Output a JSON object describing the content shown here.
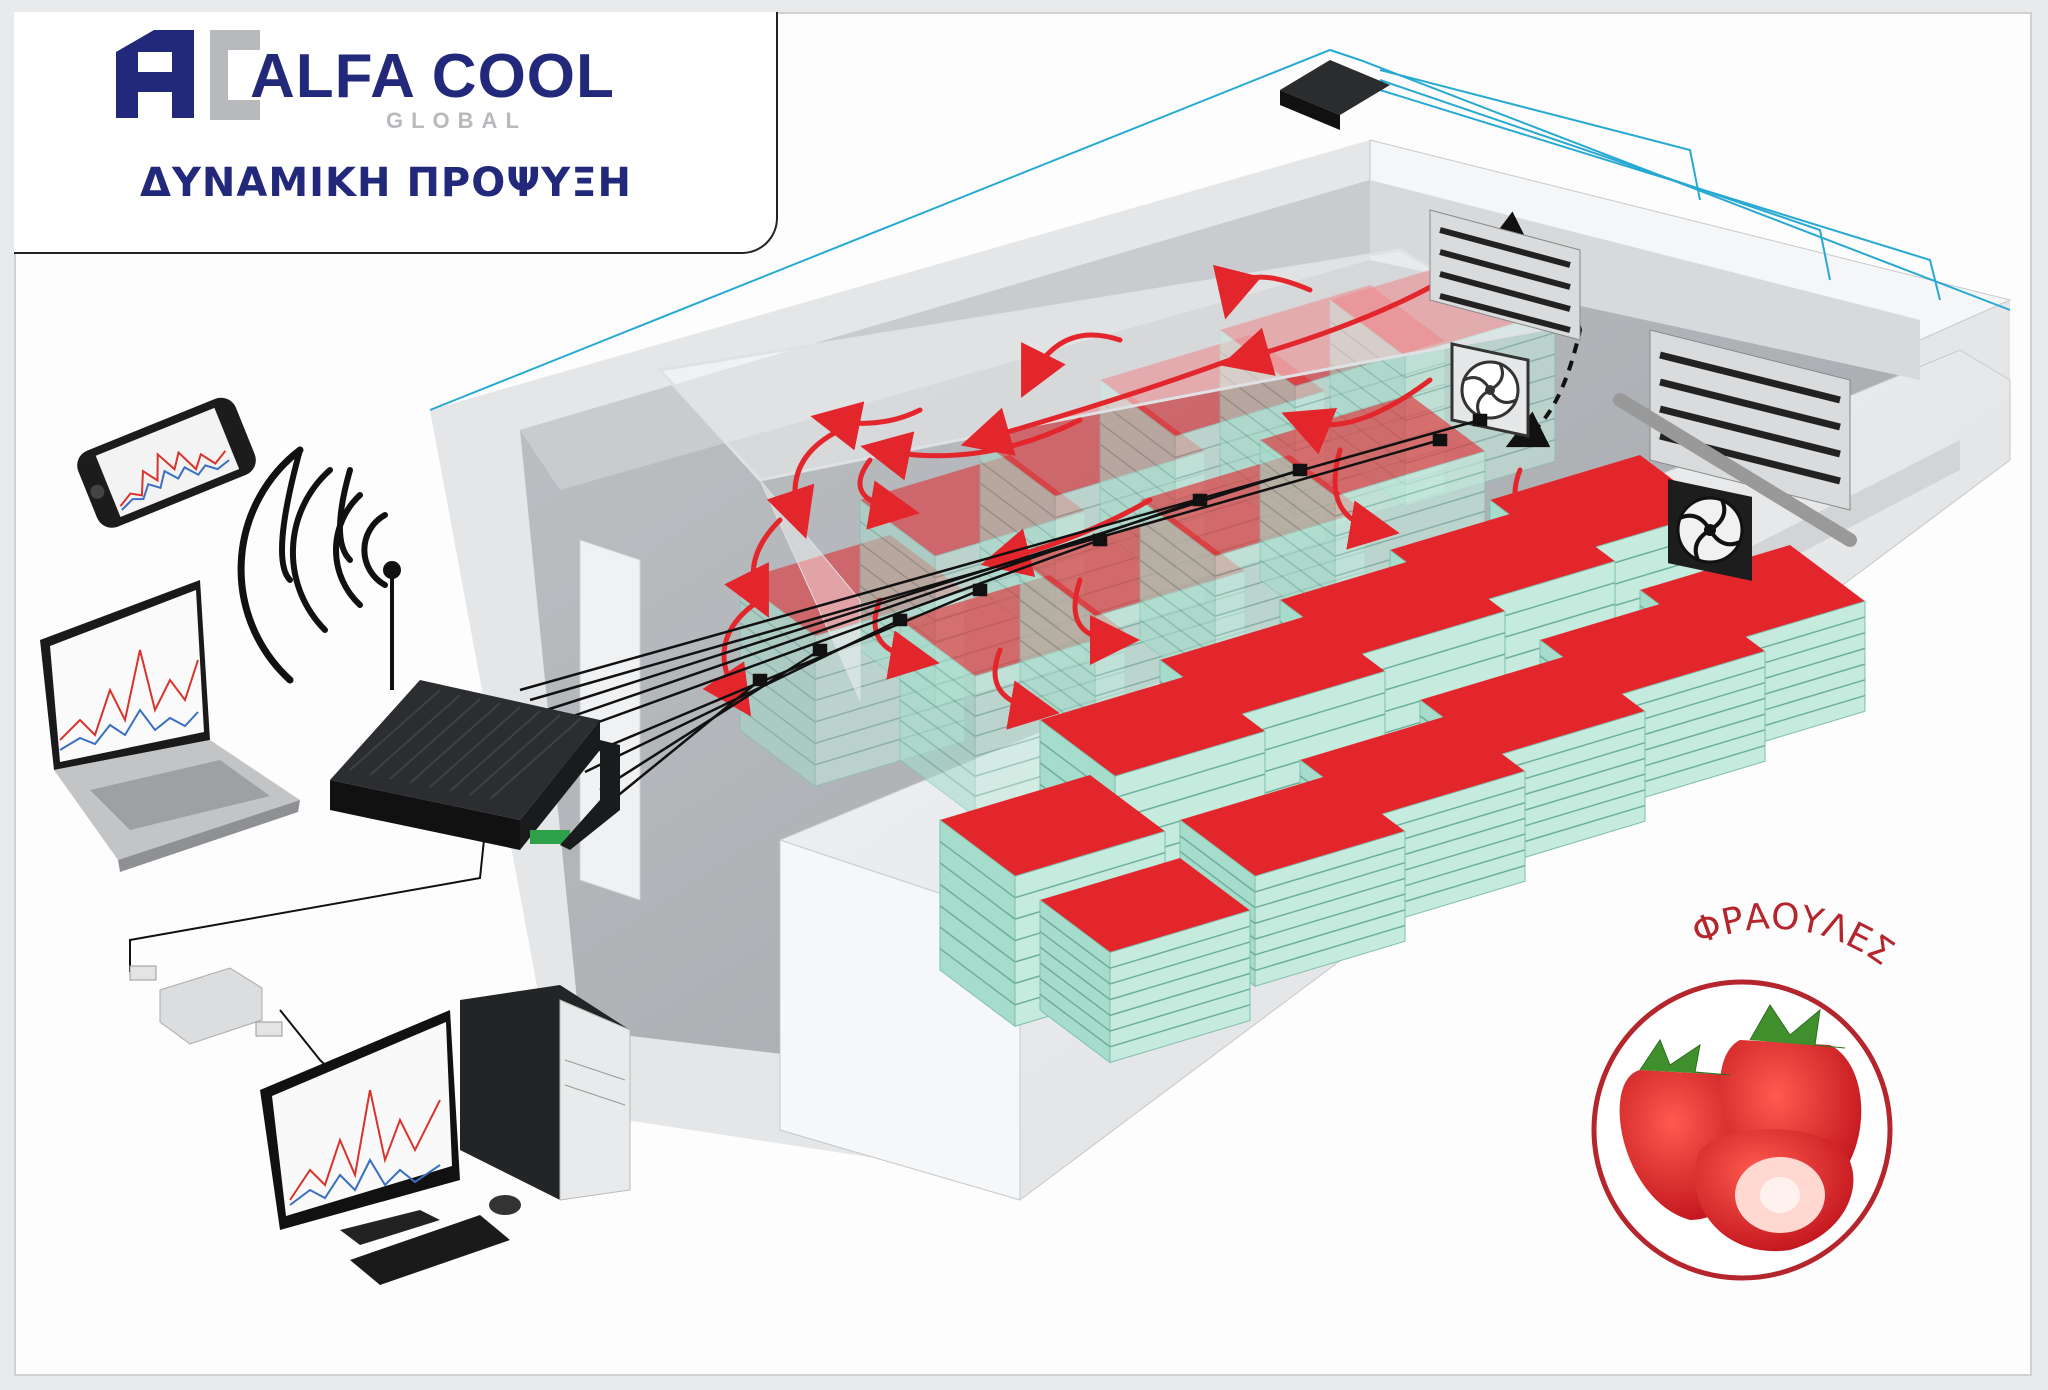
{
  "header": {
    "brand_name": "ALFA COOL",
    "brand_sub": "GLOBAL",
    "tagline": "ΔΥΝΑΜΙΚΗ ΠΡΟΨΥΞΗ"
  },
  "product": {
    "label": "ΦΡΑΟΥΛΕΣ"
  },
  "colors": {
    "brand_blue": "#23297a",
    "airflow_red": "#e2262b",
    "crate_mint": "#a6dccb",
    "wire_cyan": "#27a9d2",
    "room_wall": "#cfd1d3"
  },
  "icons": [
    "smartphone-icon",
    "wifi-signal-icon",
    "laptop-icon",
    "controller-unit-icon",
    "desktop-computer-icon",
    "network-adapter-icon",
    "fan-icon",
    "strawberry-icon"
  ]
}
